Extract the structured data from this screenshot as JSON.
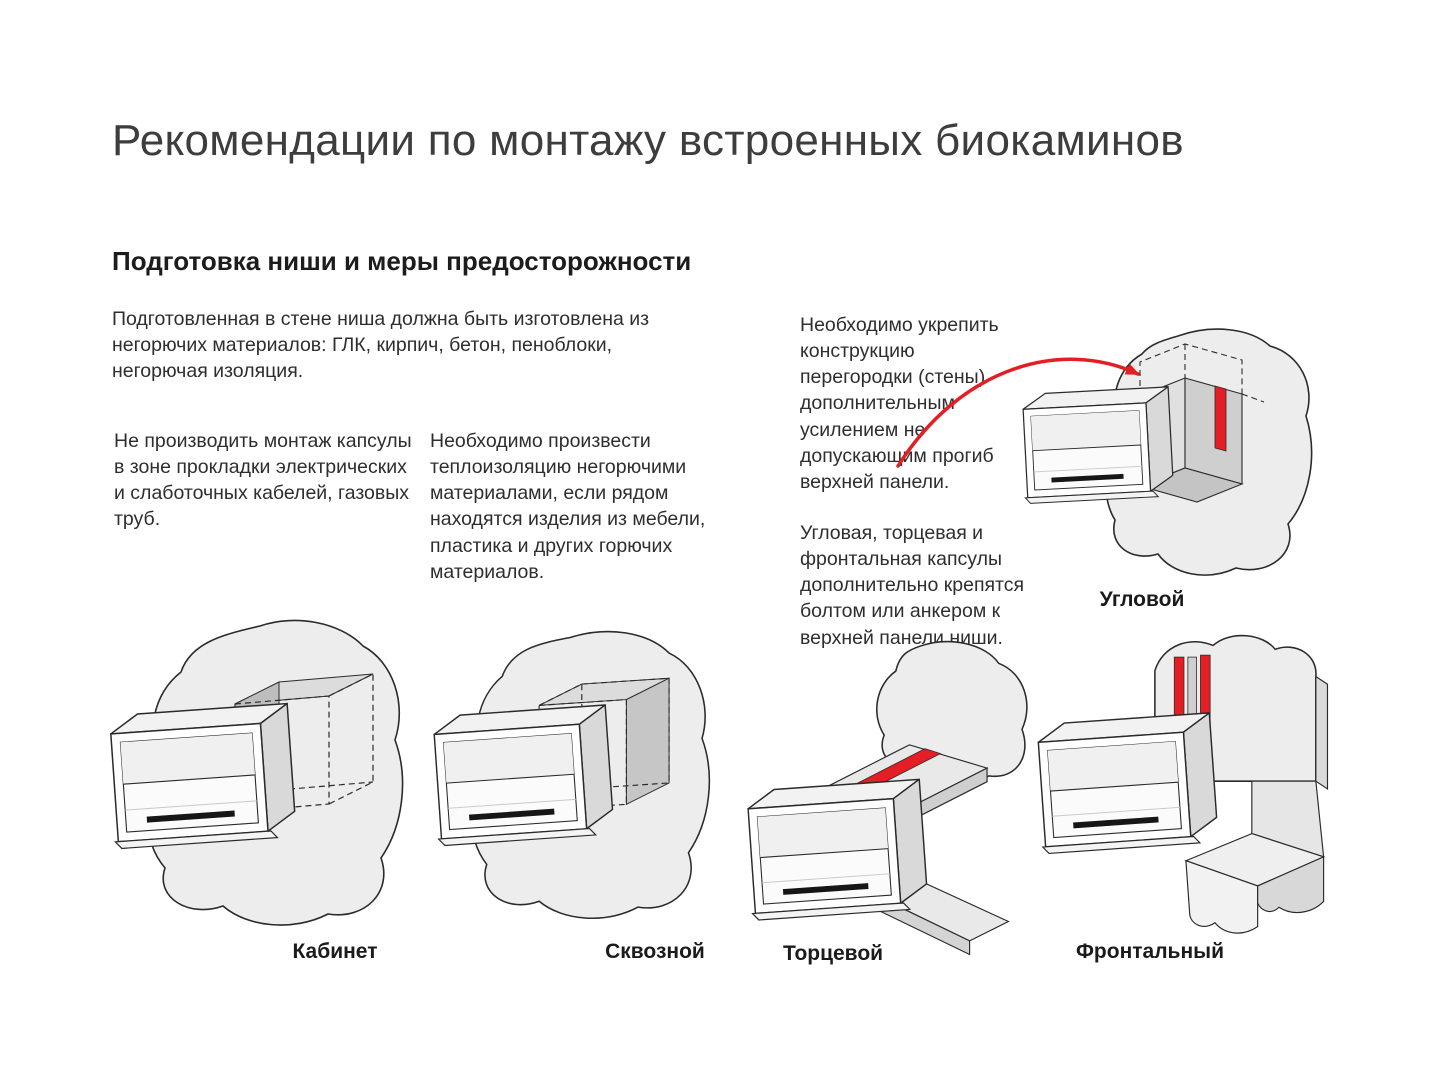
{
  "page": {
    "title": "Рекомендации по монтажу встроенных биокаминов",
    "section": {
      "heading": "Подготовка ниши и меры предосторожности",
      "intro": "Подготовленная в стене ниша должна быть изготовлена из негорючих материалов: ГЛК, кирпич, бетон, пеноблоки, негорючая изоляция.",
      "note_cables": "Не производить монтаж капсулы в зоне прокладки электрических и слаботочных кабелей, газовых труб.",
      "note_insulation": "Необходимо произвести теплоизоляцию негорючими материалами, если рядом находятся изделия из мебели, пластика и других горючих материалов.",
      "note_reinforce": "Необходимо укрепить конструкцию перегородки (стены) дополнительным усилением не допускающим прогиб верхней панели.",
      "note_anchor": "Угловая, торцевая и фронтальная капсулы дополнительно крепятся болтом или анкером к верхней панели ниши."
    },
    "diagram_labels": {
      "corner": "Угловой",
      "cabinet": "Кабинет",
      "through": "Сквозной",
      "end": "Торцевой",
      "frontal": "Фронтальный"
    },
    "colors": {
      "accent_red": "#e31e24",
      "wall_fill": "#ededed",
      "text": "#2e2e2e"
    }
  }
}
